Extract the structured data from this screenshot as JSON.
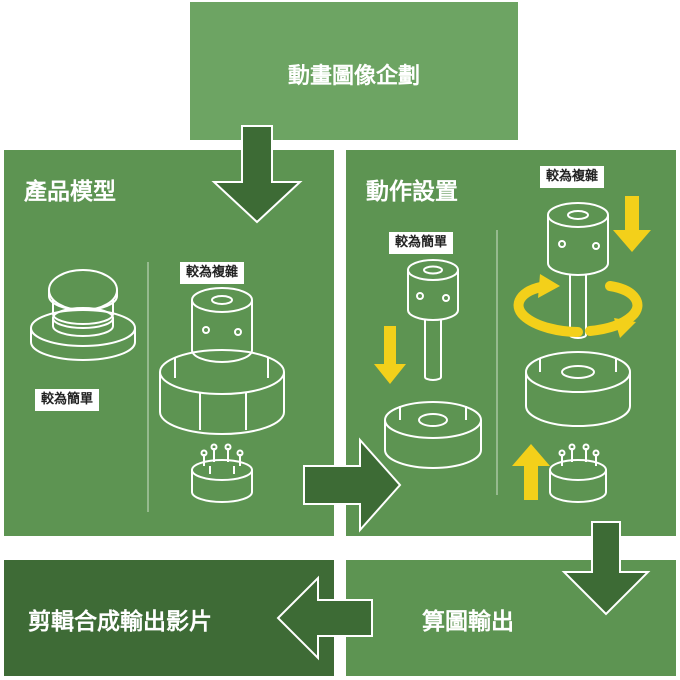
{
  "steps": {
    "animation_planning": "動畫圖像企劃",
    "product_model": "產品模型",
    "motion_setup": "動作設置",
    "render_output": "算圖輸出",
    "edit_composite": "剪輯合成輸出影片"
  },
  "tags": {
    "simple": "較為簡單",
    "complex": "較為複雜"
  },
  "colors": {
    "top_box": "#6da463",
    "panel": "#5d9452",
    "dark_panel": "#3e6b36",
    "arrow": "#3d6b35",
    "accent": "#f3d01a"
  }
}
